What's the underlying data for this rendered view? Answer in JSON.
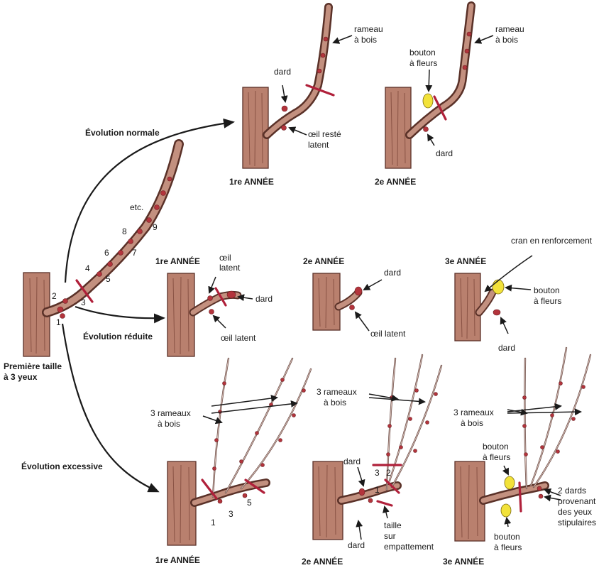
{
  "labels": {
    "rameau_a_bois": [
      "rameau",
      "à bois"
    ],
    "dard": "dard",
    "oeil_reste_latent": [
      "œil resté",
      "latent"
    ],
    "bouton_a_fleurs": [
      "bouton",
      "à fleurs"
    ],
    "evolution_normale": "Évolution normale",
    "evolution_reduite": "Évolution réduite",
    "evolution_excessive": "Évolution excessive",
    "premiere_taille": [
      "Première taille",
      "à 3 yeux"
    ],
    "annee_1": "1re ANNÉE",
    "annee_2": "2e ANNÉE",
    "annee_3": "3e ANNÉE",
    "etc": "etc.",
    "oeil_latent_split": [
      "œil",
      "latent"
    ],
    "oeil_latent": "œil latent",
    "cran_en_renforcement": "cran en renforcement",
    "trois_rameaux_a_bois": [
      "3 rameaux",
      "à bois"
    ],
    "taille_sur_empattement": [
      "taille",
      "sur",
      "empattement"
    ],
    "deux_dards": [
      "2 dards",
      "provenant",
      "des yeux",
      "stipulaires"
    ]
  },
  "eye_numbers": [
    "1",
    "2",
    "3",
    "4",
    "5",
    "6",
    "7",
    "8",
    "9"
  ],
  "colors": {
    "wood": "#b9806e",
    "bud": "#b3343c",
    "flower_bud": "#f2e23a",
    "cut_mark": "#b0203a"
  }
}
